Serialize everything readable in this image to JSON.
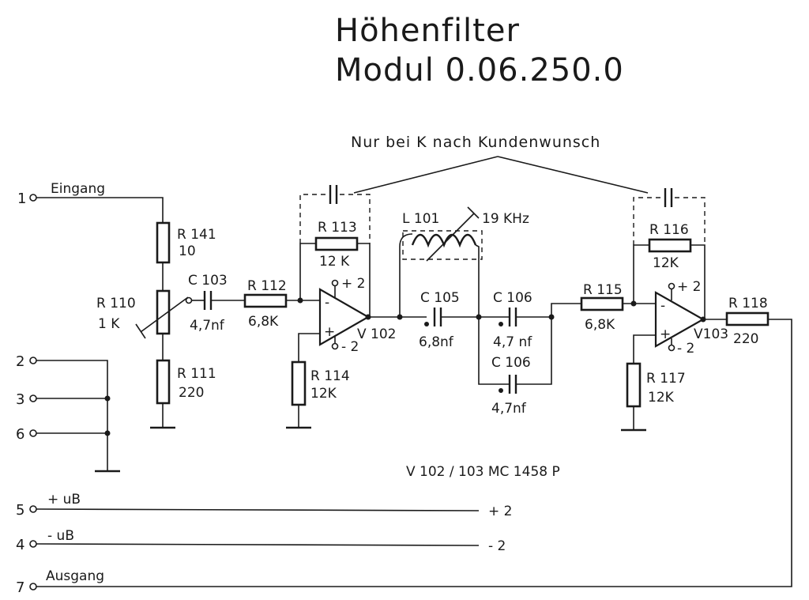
{
  "title": {
    "line1": "Höhenfilter",
    "line2": "Modul   0.06.250.0"
  },
  "note": "Nur bei K nach Kundenwunsch",
  "ic_note": "V 102 / 103    MC  1458  P",
  "pins": {
    "p1": {
      "num": "1",
      "label": "Eingang"
    },
    "p2": {
      "num": "2"
    },
    "p3": {
      "num": "3"
    },
    "p6": {
      "num": "6"
    },
    "p5": {
      "num": "5",
      "label": "+ uB",
      "end": "+ 2"
    },
    "p4": {
      "num": "4",
      "label": "- uB",
      "end": "- 2"
    },
    "p7": {
      "num": "7",
      "label": "Ausgang"
    }
  },
  "components": {
    "r141": {
      "name": "R 141",
      "value": "10"
    },
    "r110": {
      "name": "R 110",
      "value": "1 K"
    },
    "r111": {
      "name": "R 111",
      "value": "220"
    },
    "c103": {
      "name": "C 103",
      "value": "4,7nf"
    },
    "r112": {
      "name": "R 112",
      "value": "6,8K"
    },
    "r113": {
      "name": "R 113",
      "value": "12 K"
    },
    "r114": {
      "name": "R 114",
      "value": "12K"
    },
    "v102": {
      "name": "V 102",
      "plus": "+ 2",
      "minus": "- 2",
      "inv": "-",
      "noninv": "+"
    },
    "l101": {
      "name": "L 101",
      "value": "19 KHz"
    },
    "c105": {
      "name": "C 105",
      "value": "6,8nf"
    },
    "c106a": {
      "name": "C 106",
      "value": "4,7 nf"
    },
    "c106b": {
      "name": "C 106",
      "value": "4,7nf"
    },
    "r115": {
      "name": "R 115",
      "value": "6,8K"
    },
    "r116": {
      "name": "R 116",
      "value": "12K"
    },
    "r117": {
      "name": "R 117",
      "value": "12K"
    },
    "v103": {
      "name": "V103",
      "plus": "+ 2",
      "minus": "- 2",
      "inv": "-",
      "noninv": "+"
    },
    "r118": {
      "name": "R 118",
      "value": "220"
    }
  }
}
